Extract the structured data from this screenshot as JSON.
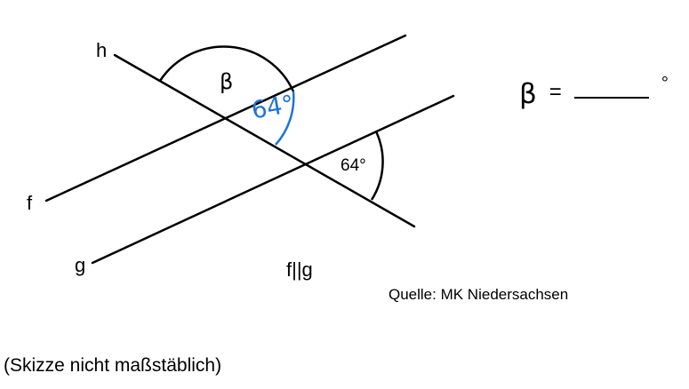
{
  "labels": {
    "line_h": "h",
    "line_f": "f",
    "line_g": "g",
    "angle_beta": "β",
    "handwritten_answer": "64°",
    "given_angle": "64°"
  },
  "answer": {
    "symbol": "β",
    "equals": "=",
    "unit": "°"
  },
  "parallel_note": "f||g",
  "source": "Quelle: MK Niedersachsen",
  "note": "(Skizze nicht maßstäblich)",
  "colors": {
    "lines": "#000000",
    "handwriting": "#1f73d6"
  }
}
